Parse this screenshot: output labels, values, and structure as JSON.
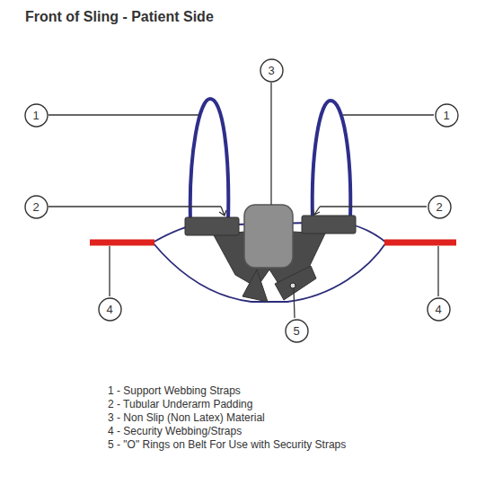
{
  "diagram": {
    "title": "Front of Sling - Patient Side",
    "nodes": [
      {
        "text": [
          "3"
        ]
      },
      {
        "text": [
          "1"
        ]
      },
      {
        "text": [
          "1"
        ]
      },
      {
        "text": [
          "2"
        ]
      },
      {
        "text": [
          "2"
        ]
      },
      {
        "text": [
          "4"
        ]
      },
      {
        "text": [
          "4"
        ]
      },
      {
        "text": [
          "5"
        ]
      }
    ],
    "labels": [
      "1 - Support Webbing Straps",
      "2 - Tubular Underarm Padding",
      "3 - Non Slip (Non Latex) Material",
      "4 - Security Webbing/Straps",
      "5 - \"O\" Rings on Belt For Use with Security Straps"
    ]
  }
}
